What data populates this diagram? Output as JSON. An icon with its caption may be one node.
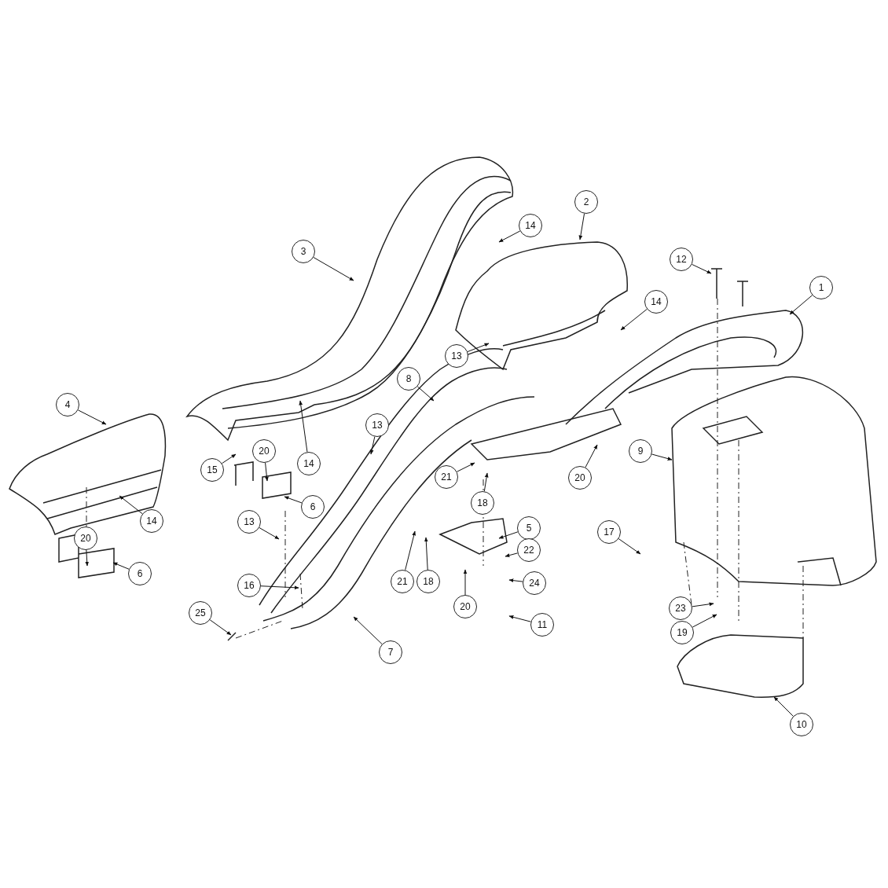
{
  "diagram": {
    "nodes": [
      {
        "text": [
          "2"
        ]
      },
      {
        "text": [
          "14"
        ]
      },
      {
        "text": [
          "3"
        ]
      },
      {
        "text": [
          "12"
        ]
      },
      {
        "text": [
          "1"
        ]
      },
      {
        "text": [
          "14"
        ]
      },
      {
        "text": [
          "13"
        ]
      },
      {
        "text": [
          "8"
        ]
      },
      {
        "text": [
          "4"
        ]
      },
      {
        "text": [
          "13"
        ]
      },
      {
        "text": [
          "20"
        ]
      },
      {
        "text": [
          "9"
        ]
      },
      {
        "text": [
          "14"
        ]
      },
      {
        "text": [
          "15"
        ]
      },
      {
        "text": [
          "21"
        ]
      },
      {
        "text": [
          "20"
        ]
      },
      {
        "text": [
          "18"
        ]
      },
      {
        "text": [
          "6"
        ]
      },
      {
        "text": [
          "14"
        ]
      },
      {
        "text": [
          "13"
        ]
      },
      {
        "text": [
          "5"
        ]
      },
      {
        "text": [
          "17"
        ]
      },
      {
        "text": [
          "20"
        ]
      },
      {
        "text": [
          "22"
        ]
      },
      {
        "text": [
          "6"
        ]
      },
      {
        "text": [
          "21"
        ]
      },
      {
        "text": [
          "18"
        ]
      },
      {
        "text": [
          "24"
        ]
      },
      {
        "text": [
          "16"
        ]
      },
      {
        "text": [
          "20"
        ]
      },
      {
        "text": [
          "23"
        ]
      },
      {
        "text": [
          "25"
        ]
      },
      {
        "text": [
          "11"
        ]
      },
      {
        "text": [
          "19"
        ]
      },
      {
        "text": [
          "7"
        ]
      },
      {
        "text": [
          "10"
        ]
      }
    ],
    "edges": [
      {
        "from": 0,
        "to": null,
        "arrow": "to"
      },
      {
        "from": 1,
        "to": null,
        "arrow": "to"
      },
      {
        "from": 2,
        "to": null,
        "arrow": "to"
      },
      {
        "from": 3,
        "to": null,
        "arrow": "to"
      },
      {
        "from": 4,
        "to": null,
        "arrow": "to"
      },
      {
        "from": 5,
        "to": null,
        "arrow": "to"
      },
      {
        "from": 6,
        "to": null,
        "arrow": "to"
      },
      {
        "from": 7,
        "to": null,
        "arrow": "to"
      },
      {
        "from": 8,
        "to": null,
        "arrow": "to"
      },
      {
        "from": 9,
        "to": null,
        "arrow": "to"
      },
      {
        "from": 10,
        "to": null,
        "arrow": "to"
      },
      {
        "from": 11,
        "to": null,
        "arrow": "to"
      },
      {
        "from": 12,
        "to": null,
        "arrow": "to"
      },
      {
        "from": 13,
        "to": null,
        "arrow": "to"
      },
      {
        "from": 14,
        "to": null,
        "arrow": "to"
      },
      {
        "from": 15,
        "to": null,
        "arrow": "to"
      },
      {
        "from": 16,
        "to": null,
        "arrow": "to"
      },
      {
        "from": 17,
        "to": null,
        "arrow": "to"
      },
      {
        "from": 18,
        "to": null,
        "arrow": "to"
      },
      {
        "from": 19,
        "to": null,
        "arrow": "to"
      },
      {
        "from": 20,
        "to": null,
        "arrow": "to"
      },
      {
        "from": 21,
        "to": null,
        "arrow": "to"
      },
      {
        "from": 22,
        "to": null,
        "arrow": "to"
      },
      {
        "from": 23,
        "to": null,
        "arrow": "to"
      },
      {
        "from": 24,
        "to": null,
        "arrow": "to"
      },
      {
        "from": 25,
        "to": null,
        "arrow": "to"
      },
      {
        "from": 26,
        "to": null,
        "arrow": "to"
      },
      {
        "from": 27,
        "to": null,
        "arrow": "to"
      },
      {
        "from": 28,
        "to": null,
        "arrow": "to"
      },
      {
        "from": 29,
        "to": null,
        "arrow": "to"
      },
      {
        "from": 30,
        "to": null,
        "arrow": "to"
      },
      {
        "from": 31,
        "to": null,
        "arrow": "to"
      },
      {
        "from": 32,
        "to": null,
        "arrow": "to"
      },
      {
        "from": 33,
        "to": null,
        "arrow": "to"
      },
      {
        "from": 34,
        "to": null,
        "arrow": "to"
      },
      {
        "from": 35,
        "to": null,
        "arrow": "to"
      }
    ]
  }
}
